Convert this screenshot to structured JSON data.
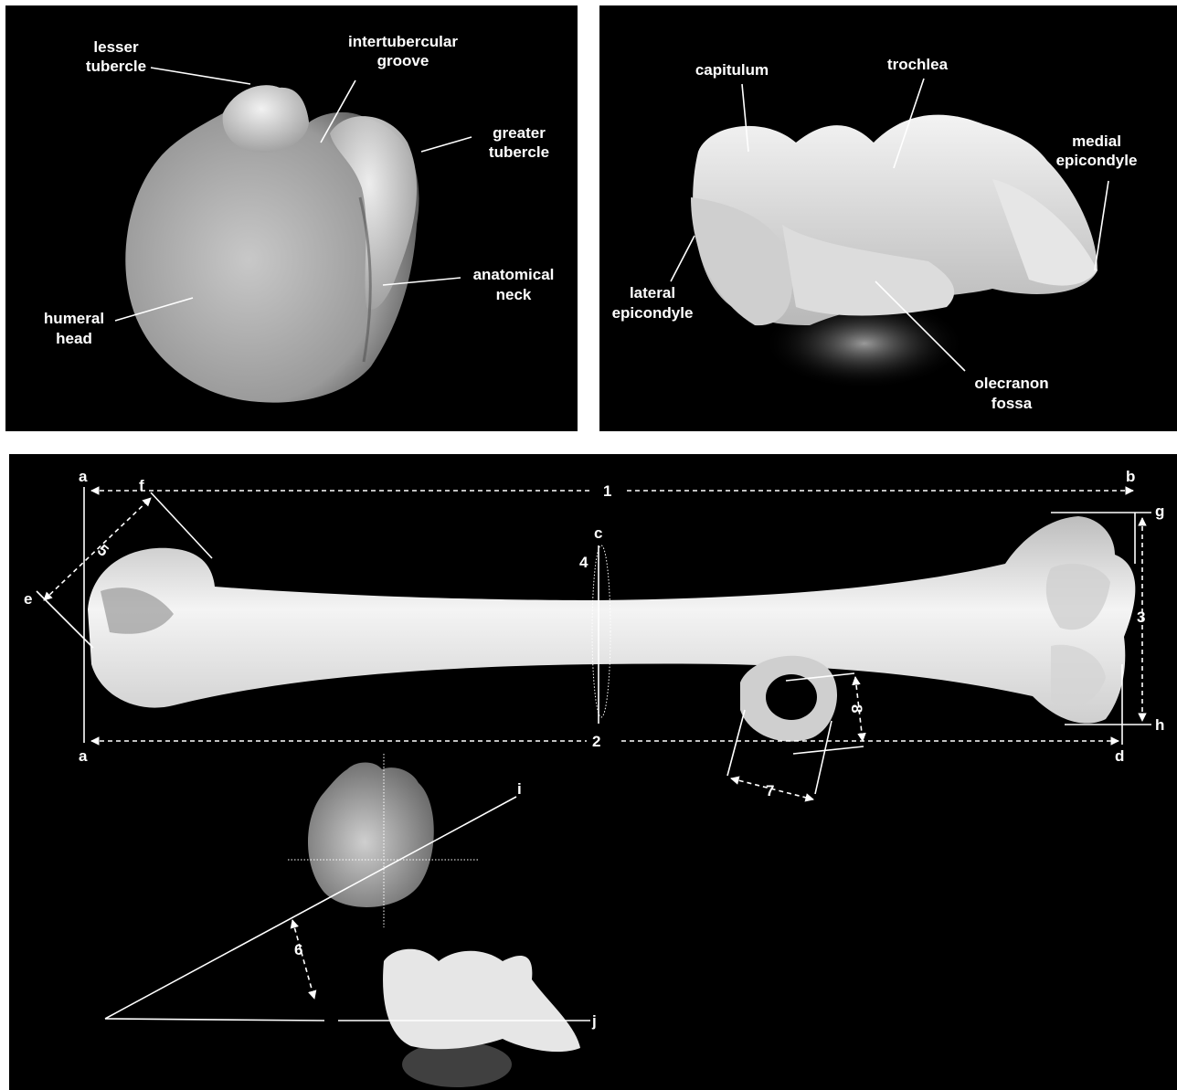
{
  "panels": {
    "proximal": {
      "labels": {
        "lesser_tubercle": [
          "lesser",
          "tubercle"
        ],
        "intertubercular_groove": [
          "intertubercular",
          "groove"
        ],
        "greater_tubercle": [
          "greater",
          "tubercle"
        ],
        "anatomical_neck": [
          "anatomical",
          "neck"
        ],
        "humeral_head": [
          "humeral",
          "head"
        ]
      }
    },
    "distal": {
      "labels": {
        "capitulum": [
          "capitulum"
        ],
        "trochlea": [
          "trochlea"
        ],
        "medial_epicondyle": [
          "medial",
          "epicondyle"
        ],
        "lateral_epicondyle": [
          "lateral",
          "epicondyle"
        ],
        "olecranon_fossa": [
          "olecranon",
          "fossa"
        ]
      }
    },
    "measurements": {
      "letters": {
        "a_top": "a",
        "a_bottom": "a",
        "b": "b",
        "c": "c",
        "d": "d",
        "e": "e",
        "f": "f",
        "g": "g",
        "h": "h",
        "i": "i",
        "j": "j"
      },
      "numbers": {
        "m1": "1",
        "m2": "2",
        "m3": "3",
        "m4": "4",
        "m5": "5",
        "m6": "6",
        "m7": "7",
        "m8": "8"
      }
    }
  },
  "colors": {
    "background": "#000000",
    "bone": "#e9e9e9",
    "annotation": "#ffffff"
  }
}
